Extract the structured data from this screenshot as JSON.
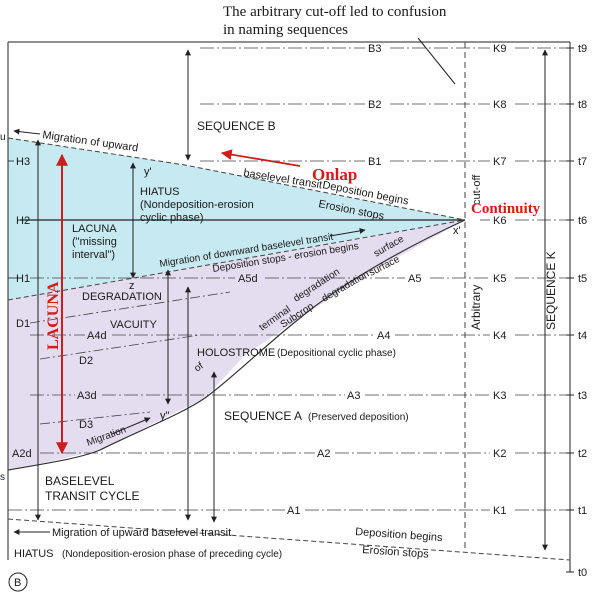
{
  "header": {
    "note_line1": "The arbitrary cut-off led to confusion",
    "note_line2": "in naming sequences"
  },
  "colors": {
    "hiatus_fill": "#c6e9f2",
    "degradation_fill": "#e4dcef",
    "accent_red": "#d01c1c",
    "line": "#222222",
    "dashed": "#555555"
  },
  "labels": {
    "sequence_b": "SEQUENCE B",
    "sequence_a": "SEQUENCE A",
    "sequence_a_sub": "(Preserved deposition)",
    "sequence_k": "SEQUENCE K",
    "migration_upward": "Migration of upward",
    "baselevel_transit": "baselevel transit",
    "deposition_begins": "Deposition begins",
    "erosion_stops": "Erosion stops",
    "hiatus_title": "HIATUS",
    "hiatus_sub1": "(Nondeposition-erosion",
    "hiatus_sub2": "cyclic phase)",
    "lacuna_1": "LACUNA",
    "lacuna_2": "(\"missing",
    "lacuna_3": "interval\")",
    "migration_downward": "Migration of downward baselevel transit",
    "deposition_stops": "Deposition stops - erosion begins",
    "degradation_1": "DEGRADATION",
    "degradation_2": "VACUITY",
    "terminal": "terminal",
    "degradation": "degradation",
    "surface": "surface",
    "subcrop": "Subcrop",
    "degradation2": "degradation",
    "surface2": "surface",
    "holostrome": "HOLOSTROME",
    "holostrome_sub": "(Depositional cyclic phase)",
    "of": "of",
    "migration_lower": "Migration",
    "baselevel_transit_cycle_1": "BASELEVEL",
    "baselevel_transit_cycle_2": "TRANSIT CYCLE",
    "migration_upward_bottom": "Migration of upward baselevel transit",
    "deposition_begins_bottom": "Deposition begins",
    "erosion_stops_bottom": "Erosion stops",
    "hiatus_bottom_title": "HIATUS",
    "hiatus_bottom_sub": "(Nondeposition-erosion phase of preceding cycle)",
    "arbitrary": "Arbitrary",
    "cut_off": "cut-off",
    "onlap": "Onlap",
    "continuity": "Continuity",
    "lacuna_red": "LACUNA",
    "panel_letter": "B",
    "u": "u",
    "s": "s",
    "y_prime": "y'",
    "z": "z",
    "x_prime": "x'",
    "y_dprime": "y\""
  },
  "right_labels": {
    "B3": "B3",
    "B2": "B2",
    "B1": "B1",
    "A5": "A5",
    "A4": "A4",
    "A3": "A3",
    "A2": "A2",
    "A1": "A1",
    "A5d": "A5d",
    "K9": "K9",
    "K8": "K8",
    "K7": "K7",
    "K6": "K6",
    "K5": "K5",
    "K4": "K4",
    "K3": "K3",
    "K2": "K2",
    "K1": "K1",
    "t9": "t9",
    "t8": "t8",
    "t7": "t7",
    "t6": "t6",
    "t5": "t5",
    "t4": "t4",
    "t3": "t3",
    "t2": "t2",
    "t1": "t1",
    "t0": "t0"
  },
  "left_labels": {
    "H3": "H3",
    "H2": "H2",
    "H1": "H1",
    "D1": "D1",
    "A4d": "A4d",
    "D2": "D2",
    "A3d": "A3d",
    "D3": "D3",
    "A2d": "A2d"
  }
}
